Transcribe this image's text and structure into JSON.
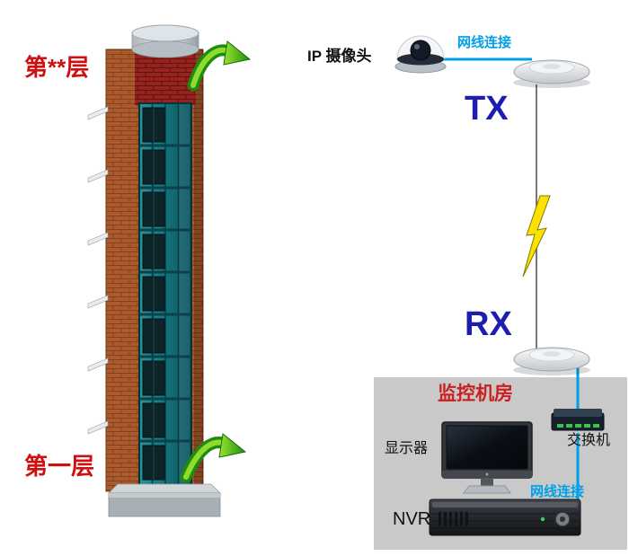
{
  "tower": {
    "floor_top": "第**层",
    "floor_bottom": "第一层"
  },
  "net": {
    "camera_label": "IP 摄像头",
    "cable_top": "网线连接",
    "tx": "TX",
    "rx": "RX"
  },
  "room": {
    "title": "监控机房",
    "switch": "交换机",
    "monitor": "显示器",
    "cable_bottom": "网线连接",
    "nvr": "NVR"
  },
  "colors": {
    "label_red": "#d01010",
    "room_title_red": "#cc2020",
    "cable_blue": "#00a0e9",
    "tx_rx_navy": "#1d1db0",
    "arrow_green": "#2f9e1f",
    "panel_gray": "#c9c9c9",
    "bolt_yellow": "#ffe100"
  }
}
